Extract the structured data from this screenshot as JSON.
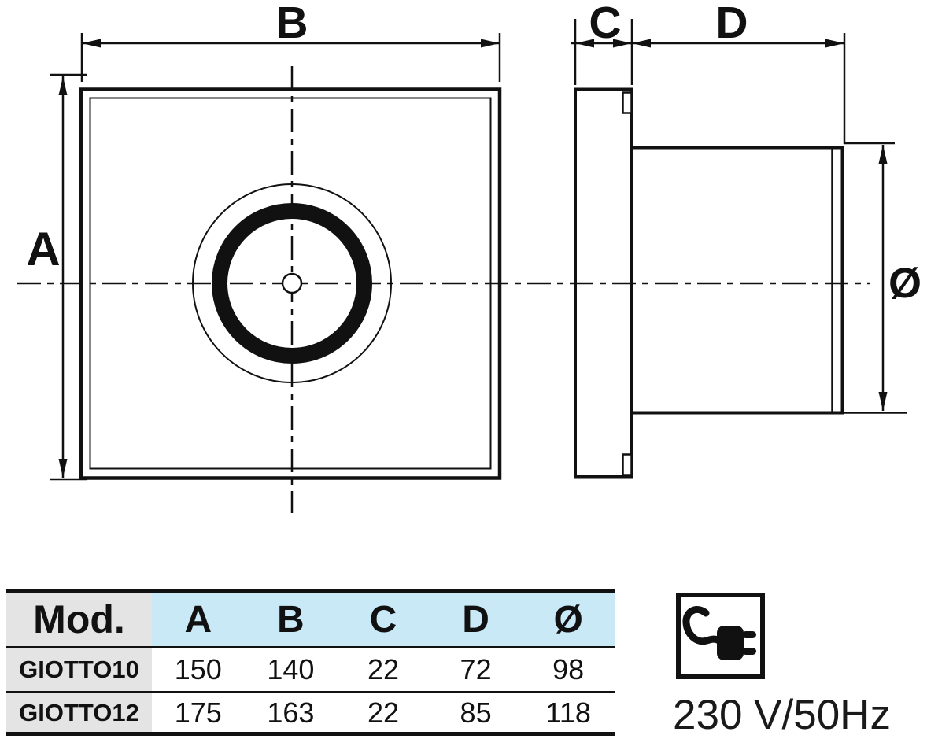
{
  "drawing": {
    "labels": {
      "height": "A",
      "width": "B",
      "depth": "C",
      "duct_length": "D",
      "diameter": "Ø"
    }
  },
  "table": {
    "headers": [
      "Mod.",
      "A",
      "B",
      "C",
      "D",
      "Ø"
    ],
    "rows": [
      {
        "model": "GIOTTO10",
        "A": "150",
        "B": "140",
        "C": "22",
        "D": "72",
        "dia": "98"
      },
      {
        "model": "GIOTTO12",
        "A": "175",
        "B": "163",
        "C": "22",
        "D": "85",
        "dia": "118"
      }
    ]
  },
  "power": {
    "rating": "230 V/50Hz"
  },
  "colors": {
    "line": "#111111",
    "model_col_bg": "#e4e4e4",
    "header_bg": "#c9e9f7"
  }
}
